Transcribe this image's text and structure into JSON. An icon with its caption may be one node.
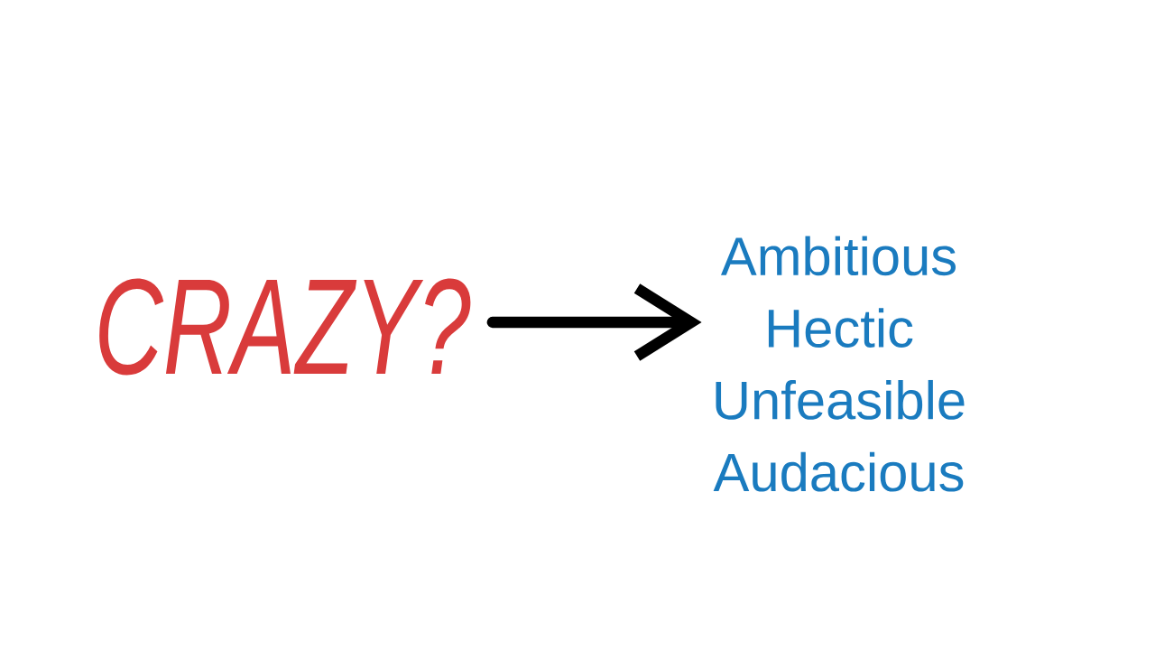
{
  "diagram": {
    "nodes": [
      {
        "text": [
          "CRAZY?"
        ]
      },
      {
        "text": [
          "Ambitious",
          "Hectic",
          "Unfeasible",
          "Audacious"
        ]
      }
    ],
    "edges": [
      {
        "from": 0,
        "to": 1,
        "arrow": "to"
      }
    ]
  }
}
